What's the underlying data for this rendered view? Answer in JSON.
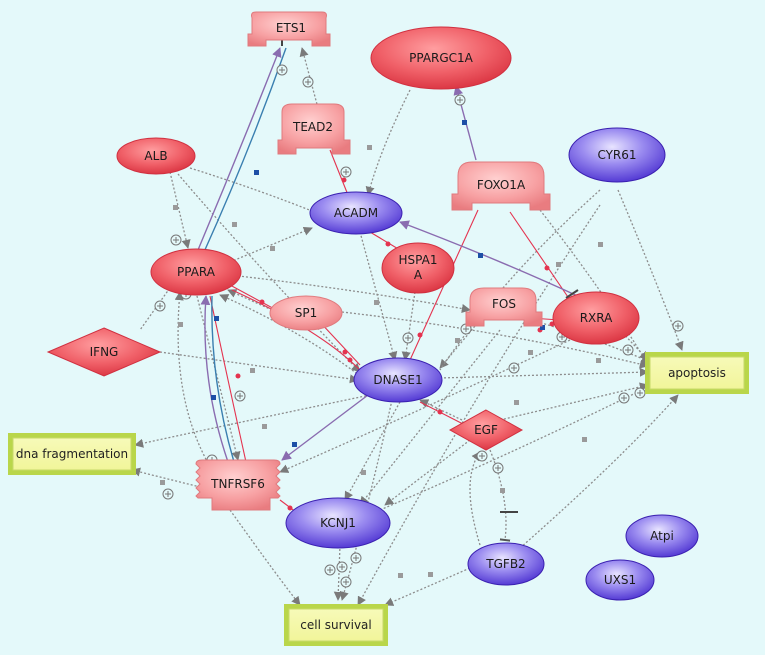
{
  "diagram": {
    "type": "gene-interaction-network",
    "colors": {
      "background": "#e4f9fa",
      "protein_red": "#f06a70",
      "protein_pink": "#f7a1a3",
      "enzyme_blue": "#5e48d6",
      "process_green": "#bcd94a",
      "process_fill": "#f4f7a6",
      "edge_gray": "#8a8a8a",
      "edge_pink": "#e8244e",
      "edge_purple": "#8a6cb0",
      "edge_blue": "#3a7fb0"
    },
    "nodes": {
      "ets1": "ETS1",
      "ppargc1a": "PPARGC1A",
      "tead2": "TEAD2",
      "alb": "ALB",
      "cyr61": "CYR61",
      "foxo1a": "FOXO1A",
      "acadm": "ACADM",
      "hspa1a_line1": "HSPA1",
      "hspa1a_line2": "A",
      "ppara": "PPARA",
      "sp1": "SP1",
      "fos": "FOS",
      "rxra": "RXRA",
      "ifng": "IFNG",
      "dnase1": "DNASE1",
      "apoptosis": "apoptosis",
      "dna_fragmentation": "dna fragmentation",
      "egf": "EGF",
      "tnfrsf6": "TNFRSF6",
      "kcnj1": "KCNJ1",
      "atpi": "Atpi",
      "tgfb2": "TGFB2",
      "uxs1": "UXS1",
      "cell_survival": "cell survival"
    }
  }
}
